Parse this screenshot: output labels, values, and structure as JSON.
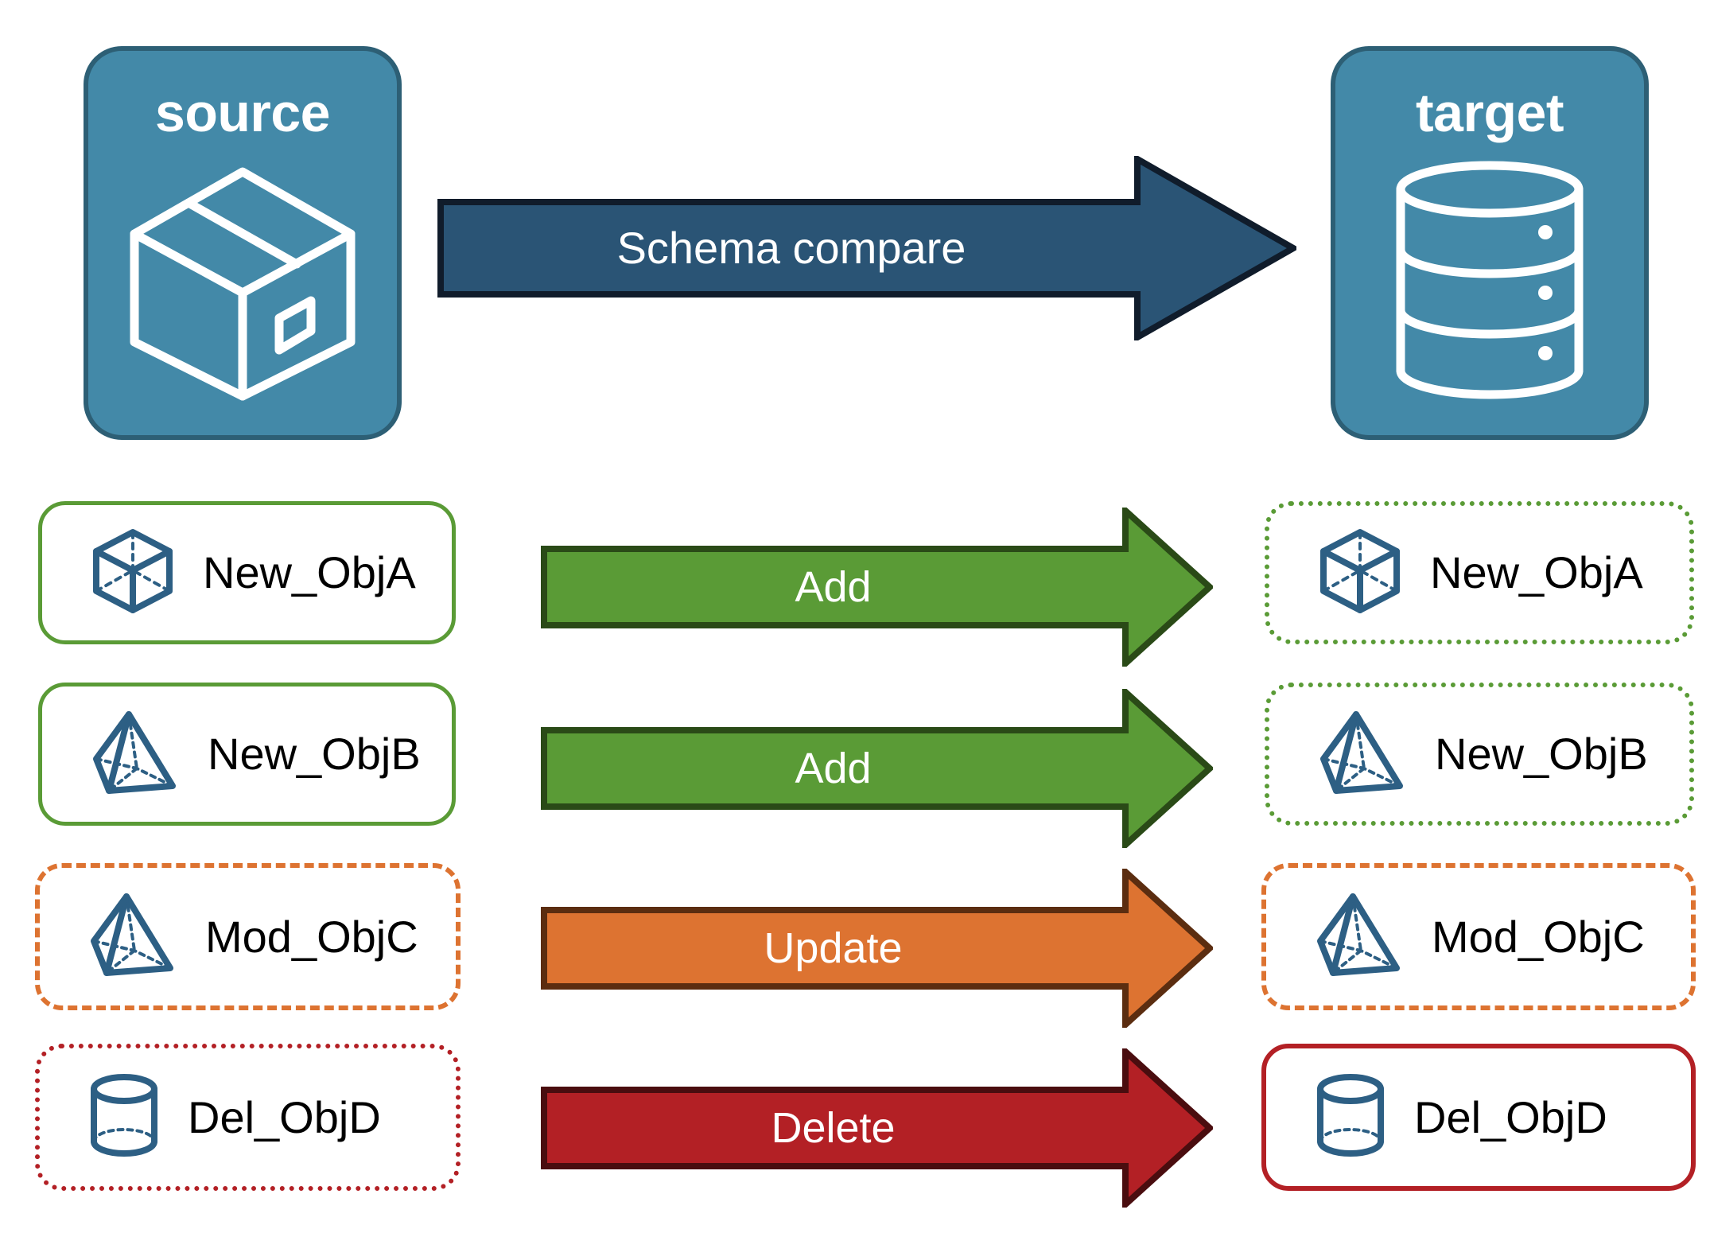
{
  "diagram": {
    "title_source": "source",
    "title_target": "target",
    "main_action": "Schema compare"
  },
  "colors": {
    "panel_fill": "#4389a8",
    "panel_border": "#2d5f75",
    "icon_blue": "#2d5f84",
    "add_fill": "#5a9b36",
    "add_stroke": "#2a4a17",
    "update_fill": "#dd7331",
    "update_stroke": "#5b2d10",
    "delete_fill": "#b32025",
    "delete_stroke": "#4a0d0f",
    "compare_fill": "#2a5475",
    "compare_stroke": "#101c2b",
    "green": "#5a9b36",
    "orange": "#dd7331",
    "red": "#b32025"
  },
  "endpoints": {
    "source": {
      "label": "source",
      "icon": "package-box-icon"
    },
    "target": {
      "label": "target",
      "icon": "database-cylinder-icon"
    }
  },
  "compare_arrow": {
    "label": "Schema compare",
    "icon": "arrow-right-icon"
  },
  "rows": [
    {
      "source": {
        "label": "New_ObjA",
        "icon": "cube-wireframe-icon",
        "border": "solid-green"
      },
      "action": {
        "label": "Add",
        "color": "#5a9b36",
        "icon": "arrow-right-icon"
      },
      "target": {
        "label": "New_ObjA",
        "icon": "cube-wireframe-icon",
        "border": "dotted-green"
      }
    },
    {
      "source": {
        "label": "New_ObjB",
        "icon": "pyramid-wireframe-icon",
        "border": "solid-green"
      },
      "action": {
        "label": "Add",
        "color": "#5a9b36",
        "icon": "arrow-right-icon"
      },
      "target": {
        "label": "New_ObjB",
        "icon": "pyramid-wireframe-icon",
        "border": "dotted-green"
      }
    },
    {
      "source": {
        "label": "Mod_ObjC",
        "icon": "pyramid-wireframe-icon",
        "border": "dashed-orange"
      },
      "action": {
        "label": "Update",
        "color": "#dd7331",
        "icon": "arrow-right-icon"
      },
      "target": {
        "label": "Mod_ObjC",
        "icon": "pyramid-wireframe-icon",
        "border": "dashed-orange"
      }
    },
    {
      "source": {
        "label": "Del_ObjD",
        "icon": "cylinder-wireframe-icon",
        "border": "dotted-red"
      },
      "action": {
        "label": "Delete",
        "color": "#b32025",
        "icon": "arrow-right-icon"
      },
      "target": {
        "label": "Del_ObjD",
        "icon": "cylinder-wireframe-icon",
        "border": "solid-red"
      }
    }
  ]
}
